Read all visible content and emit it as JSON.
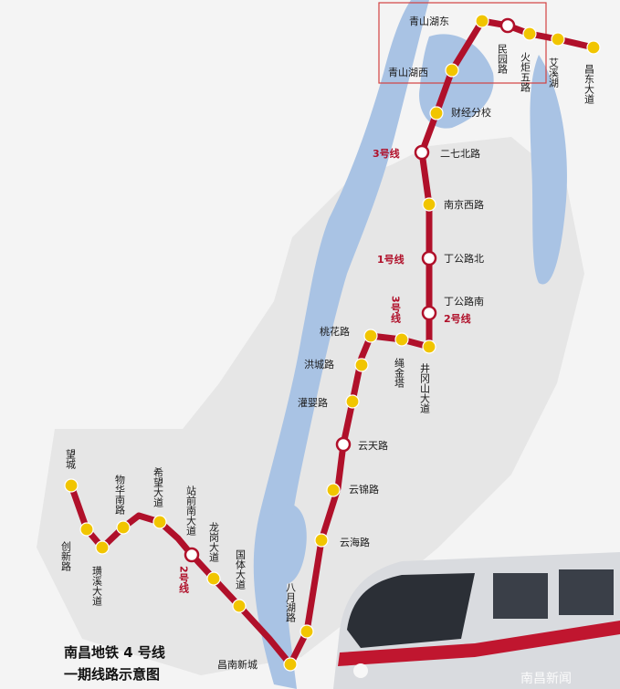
{
  "title": {
    "line1": "南昌地铁 4 号线",
    "line2": "一期线路示意图"
  },
  "watermark": "南昌新闻",
  "colors": {
    "route": "#b0102a",
    "station": "#f1c500",
    "interchange_fill": "#ffffff",
    "water": "#aac5e6",
    "land": "#f2f2f2",
    "urban": "#e3e3e3",
    "highlight_box": "#d24141"
  },
  "stations": [
    {
      "id": "wangcheng",
      "name": "望城",
      "type": "station"
    },
    {
      "id": "chuangxinlu",
      "name": "创新路",
      "type": "station"
    },
    {
      "id": "huangxidadao",
      "name": "璜溪大道",
      "type": "station"
    },
    {
      "id": "wuhuananlu",
      "name": "物华南路",
      "type": "station"
    },
    {
      "id": "xiwangdadao",
      "name": "希望大道",
      "type": "station"
    },
    {
      "id": "zhanqiannandadao",
      "name": "站前南大道",
      "type": "interchange"
    },
    {
      "id": "longgangdadao",
      "name": "龙岗大道",
      "type": "station"
    },
    {
      "id": "guotidadao",
      "name": "国体大道",
      "type": "station"
    },
    {
      "id": "changnanxincheng",
      "name": "昌南新城",
      "type": "station"
    },
    {
      "id": "bayuehulu",
      "name": "八月湖路",
      "type": "station"
    },
    {
      "id": "yunhailu",
      "name": "云海路",
      "type": "station"
    },
    {
      "id": "yunjinlu",
      "name": "云锦路",
      "type": "station"
    },
    {
      "id": "yuntianlu",
      "name": "云天路",
      "type": "interchange"
    },
    {
      "id": "guancuilu",
      "name": "灌婴路",
      "type": "station"
    },
    {
      "id": "hongchenglu",
      "name": "洪城路",
      "type": "station"
    },
    {
      "id": "taohualu",
      "name": "桃花路",
      "type": "station"
    },
    {
      "id": "shengjinta",
      "name": "绳金塔",
      "type": "station"
    },
    {
      "id": "jinggangshandadao",
      "name": "井冈山大道",
      "type": "station"
    },
    {
      "id": "dinggongnan",
      "name": "丁公路南",
      "type": "interchange"
    },
    {
      "id": "dinggongbei",
      "name": "丁公路北",
      "type": "interchange"
    },
    {
      "id": "nanjingxilu",
      "name": "南京西路",
      "type": "station"
    },
    {
      "id": "erqibeilu",
      "name": "二七北路",
      "type": "interchange"
    },
    {
      "id": "caijingfenxiao",
      "name": "财经分校",
      "type": "station"
    },
    {
      "id": "qingshanhuxi",
      "name": "青山湖西",
      "type": "station"
    },
    {
      "id": "qingshanhudong",
      "name": "青山湖东",
      "type": "station"
    },
    {
      "id": "minyuanlu",
      "name": "民园路",
      "type": "interchange"
    },
    {
      "id": "huojuwulu",
      "name": "火炬五路",
      "type": "station"
    },
    {
      "id": "aixihu",
      "name": "艾溪湖",
      "type": "station"
    },
    {
      "id": "changdongdadao",
      "name": "昌东大道",
      "type": "station"
    }
  ],
  "line_tags": {
    "line3_upper": "3号线",
    "line1": "1号线",
    "line3_lower": "3号线",
    "line2_right": "2号线",
    "line2_lower": "2号线"
  }
}
